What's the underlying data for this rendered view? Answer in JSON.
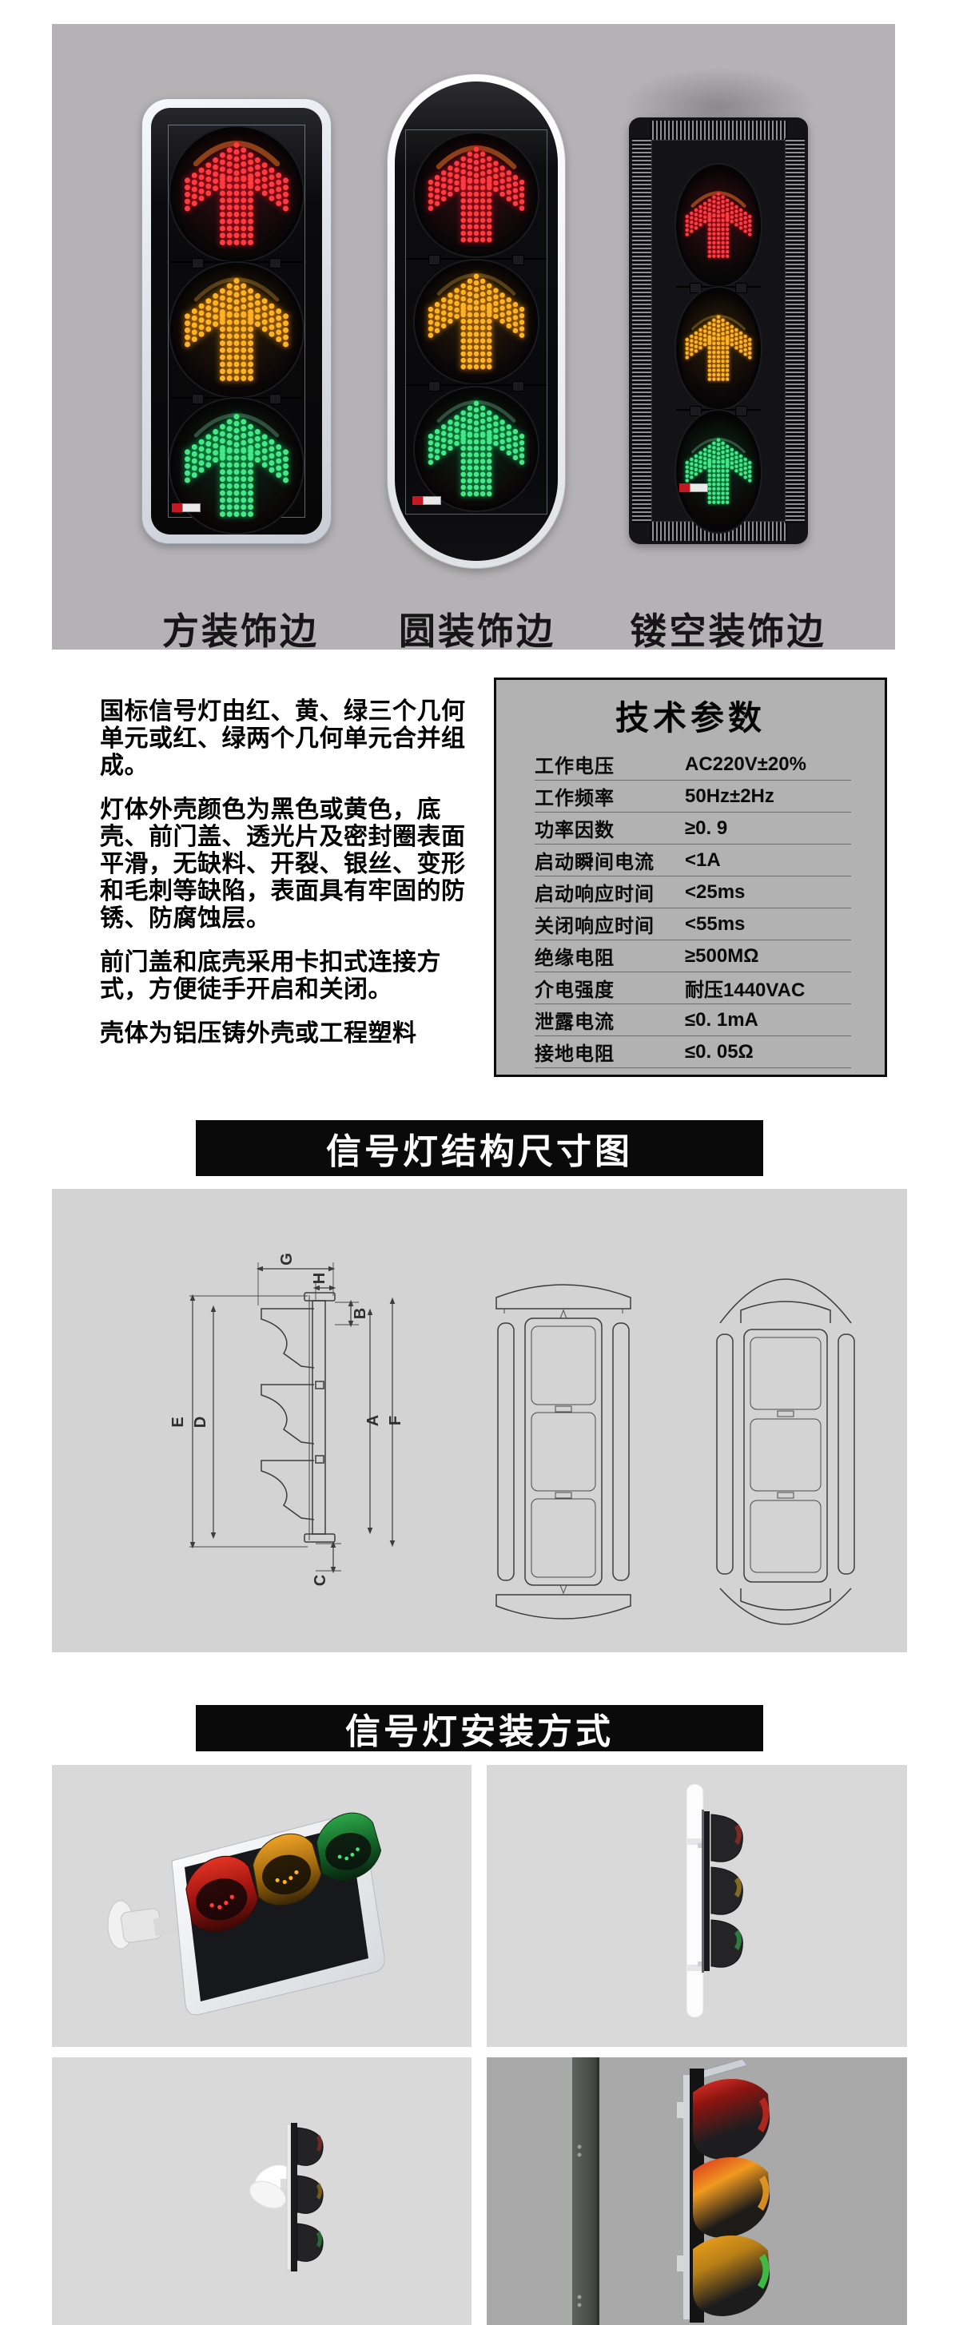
{
  "palette": {
    "page_bg": "#ffffff",
    "showcase_bg": "#b5b2b5",
    "table_bg": "#b2b2b2",
    "banner_bg": "#0a0a0a",
    "banner_text": "#ffffff",
    "drawing_bg": "#d3d3d3",
    "install_bg_light": "#d9d9d9",
    "install_bg_dark": "#a9a9a9"
  },
  "showcase": {
    "variants": [
      {
        "label": "方装饰边"
      },
      {
        "label": "圆装饰边"
      },
      {
        "label": "镂空装饰边"
      }
    ],
    "lamp_colors": [
      {
        "name": "red",
        "dot": "#ff3b42",
        "glow": "#d80b1a",
        "lens_bg": "#330d12",
        "arc": "#ff7a26"
      },
      {
        "name": "yellow",
        "dot": "#ffb324",
        "glow": "#ef8f00",
        "lens_bg": "#2c1f09",
        "arc": "#ffc24a"
      },
      {
        "name": "green",
        "dot": "#44e886",
        "glow": "#0cc05c",
        "lens_bg": "#0a2617",
        "arc": "#9af0c0"
      }
    ]
  },
  "description": {
    "paragraphs": [
      "国标信号灯由红、黄、绿三个几何单元或红、绿两个几何单元合并组成。",
      "灯体外壳颜色为黑色或黄色，底壳、前门盖、透光片及密封圈表面平滑，无缺料、开裂、银丝、变形和毛刺等缺陷，表面具有牢固的防锈、防腐蚀层。",
      "前门盖和底壳采用卡扣式连接方式，方便徒手开启和关闭。",
      "壳体为铝压铸外壳或工程塑料"
    ]
  },
  "tech_specs": {
    "title": "技术参数",
    "rows": [
      {
        "label": "工作电压",
        "value": "AC220V±20%"
      },
      {
        "label": "工作频率",
        "value": "50Hz±2Hz"
      },
      {
        "label": "功率因数",
        "value": "≥0. 9"
      },
      {
        "label": "启动瞬间电流",
        "value": "<1A"
      },
      {
        "label": "启动响应时间",
        "value": "<25ms"
      },
      {
        "label": "关闭响应时间",
        "value": "<55ms"
      },
      {
        "label": "绝缘电阻",
        "value": "≥500MΩ"
      },
      {
        "label": "介电强度",
        "value": "耐压1440VAC"
      },
      {
        "label": "泄露电流",
        "value": "≤0. 1mA"
      },
      {
        "label": "接地电阻",
        "value": "≤0. 05Ω"
      }
    ]
  },
  "banners": {
    "structure": "信号灯结构尺寸图",
    "install": "信号灯安装方式"
  },
  "dimensions": {
    "labels": [
      "G",
      "H",
      "B",
      "E",
      "D",
      "A",
      "F",
      "C"
    ]
  }
}
